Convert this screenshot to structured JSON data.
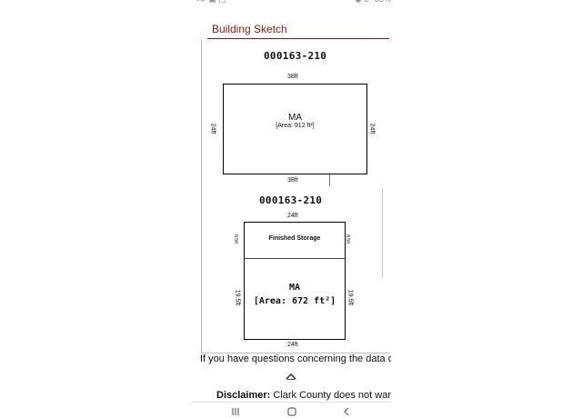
{
  "section": {
    "title": "Building Sketch"
  },
  "sketches": [
    {
      "id": "000163-210",
      "top_dim": "38ft",
      "bottom_dim": "38ft",
      "left_dim": "24ft",
      "right_dim": "24ft",
      "area_code": "MA",
      "area_text": "[Area: 912 ft²]"
    },
    {
      "id": "000163-210",
      "top_dim": "24ft",
      "bottom_dim": "24ft",
      "upper_left_dim": "8.5ft",
      "upper_right_dim": "8.5ft",
      "lower_left_dim": "19.5ft",
      "lower_right_dim": "19.5ft",
      "upper_label": "Finished Storage",
      "area_code": "MA",
      "area_text": "[Area: 672 ft²]"
    }
  ],
  "footer": {
    "questions_text": "If you have questions concerning the data o",
    "disclaimer_label": "Disclaimer:",
    "disclaimer_text": " Clark County does not warr"
  },
  "icons": {
    "scroll_up": "chevron-up-icon",
    "nav_recent": "recent-apps-icon",
    "nav_home": "home-icon",
    "nav_back": "back-icon"
  }
}
